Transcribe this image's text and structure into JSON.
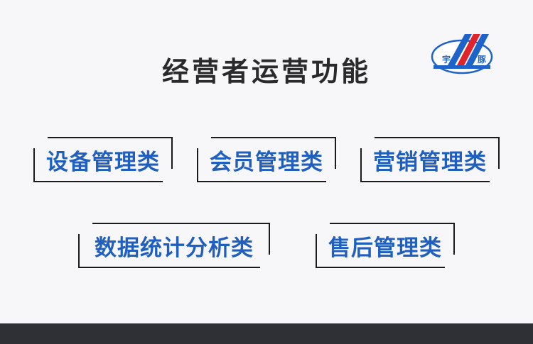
{
  "title": "经营者运营功能",
  "logo": {
    "char_left": "宇",
    "char_right": "豚",
    "colors": {
      "blue": "#1e63c9",
      "red": "#e0242c",
      "text": "#1e63c9"
    }
  },
  "categories": [
    {
      "id": "device",
      "label": "设备管理类"
    },
    {
      "id": "member",
      "label": "会员管理类"
    },
    {
      "id": "marketing",
      "label": "营销管理类"
    },
    {
      "id": "stats",
      "label": "数据统计分析类"
    },
    {
      "id": "aftersale",
      "label": "售后管理类"
    }
  ],
  "colors": {
    "accent": "#1f5fbf",
    "frame": "#1a1a1a",
    "footer": "#2e3036"
  }
}
